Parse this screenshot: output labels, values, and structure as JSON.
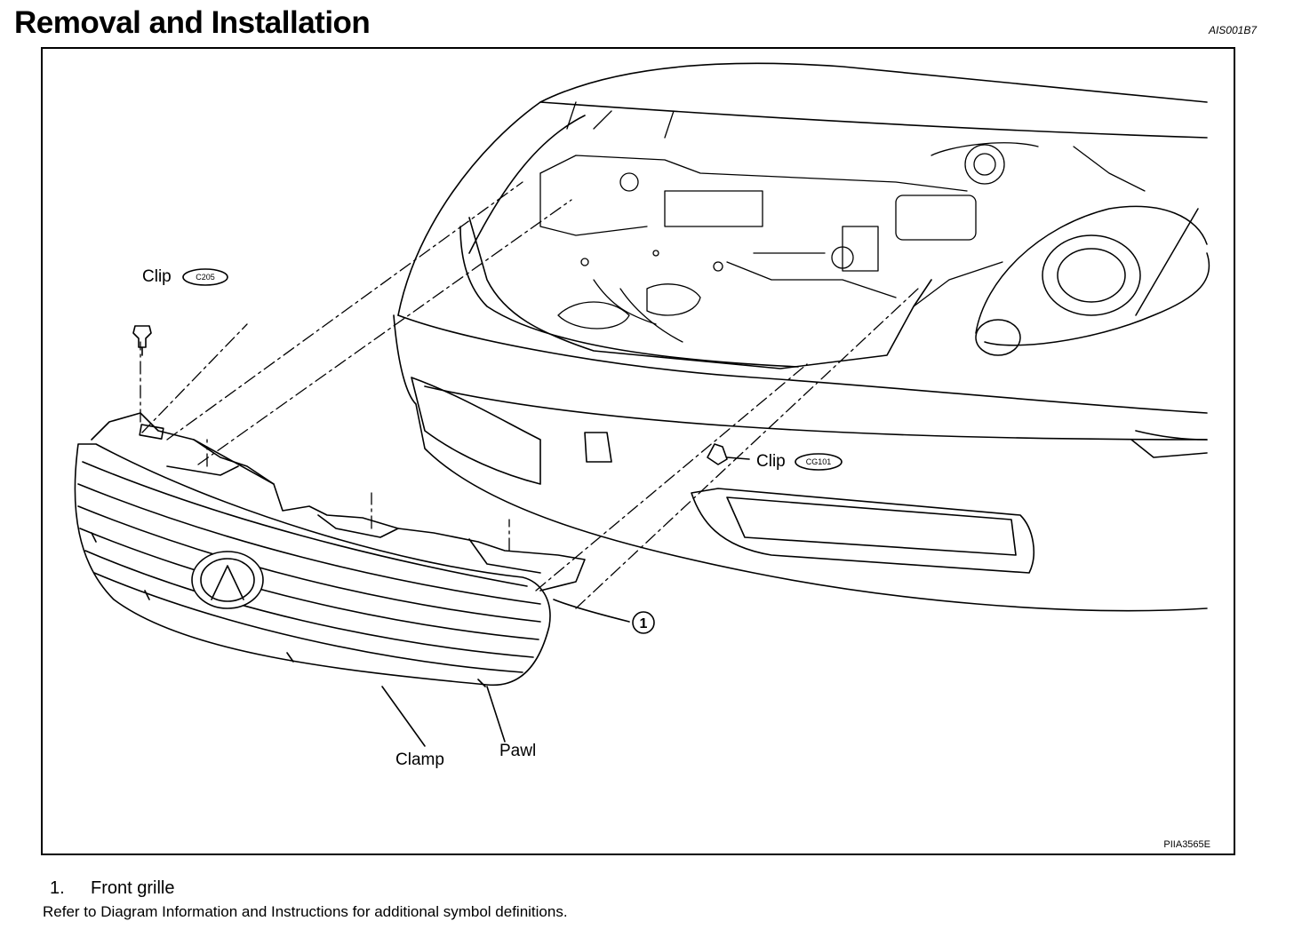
{
  "header": {
    "title": "Removal and Installation",
    "doc_code": "AIS001B7"
  },
  "figure": {
    "figure_id": "PIIA3565E",
    "labels": {
      "clip_top": "Clip",
      "clip_top_code": "C205",
      "clip_right": "Clip",
      "clip_right_code": "CG101",
      "callout_1": "1",
      "clamp": "Clamp",
      "pawl": "Pawl"
    }
  },
  "legend": {
    "items": [
      {
        "number": "1.",
        "text": "Front grille"
      }
    ]
  },
  "footnote": "Refer to Diagram Information and Instructions  for additional  symbol definitions."
}
